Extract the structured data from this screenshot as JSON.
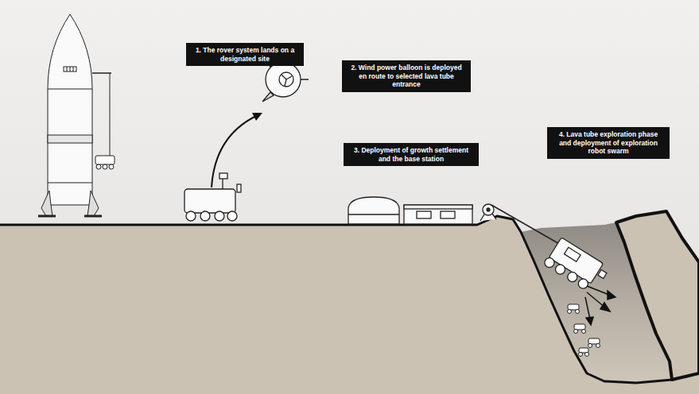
{
  "diagram": {
    "nodes": [
      {
        "text": [
          "1. The rover system lands on a designated site"
        ]
      },
      {
        "text": [
          "2. Wind power balloon is deployed en route to selected lava tube entrance"
        ]
      },
      {
        "text": [
          "3. Deployment of growth settlement and the base station"
        ]
      },
      {
        "text": [
          "4. Lava tube exploration phase and deployment of exploration robot swarm"
        ]
      }
    ]
  }
}
